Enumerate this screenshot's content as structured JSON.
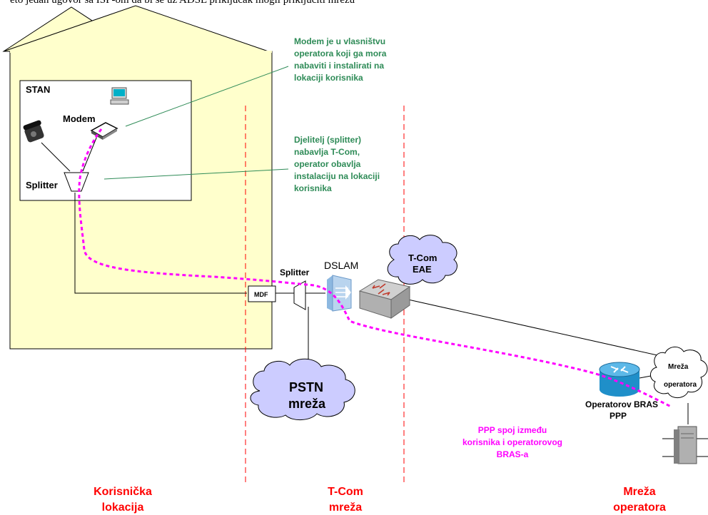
{
  "header_partial": "eto jedan ugovor sa ISP-om da bi se uz ADSL priključak mogli priključiti mrežu",
  "labels": {
    "stan": "STAN",
    "modem": "Modem",
    "splitter_home": "Splitter",
    "splitter_exchange": "Splitter",
    "mdf": "MDF",
    "dslam": "DSLAM",
    "eae_line1": "T-Com",
    "eae_line2": "EAE",
    "pstn_line1": "PSTN",
    "pstn_line2": "mreža",
    "op_cloud_line1": "Mreža",
    "op_cloud_line2": "operatora",
    "bras_line1": "Operatorov BRAS",
    "bras_line2": "PPP"
  },
  "notes": {
    "modem": [
      "Modem je u vlasništvu",
      "operatora koji ga mora",
      "nabaviti i instalirati na",
      "lokaciji korisnika"
    ],
    "splitter": [
      "Djelitelj (splitter)",
      "nabavlja T-Com,",
      "operator obavlja",
      "instalaciju na lokaciji",
      "korisnika"
    ],
    "ppp": [
      "PPP spoj između",
      "korisnika i operatorovog",
      "BRAS-a"
    ]
  },
  "zones": {
    "user": [
      "Korisnička",
      "lokacija"
    ],
    "tcom": [
      "T-Com",
      "mreža"
    ],
    "operator": [
      "Mreža",
      "operatora"
    ]
  },
  "colors": {
    "house_fill": "#ffffcc",
    "note_green": "#2e8b57",
    "ppp_magenta": "#ff00ff",
    "zone_red": "#ff0000",
    "cloud_fill": "#ccccff",
    "router_blue": "#1f8fc9"
  }
}
